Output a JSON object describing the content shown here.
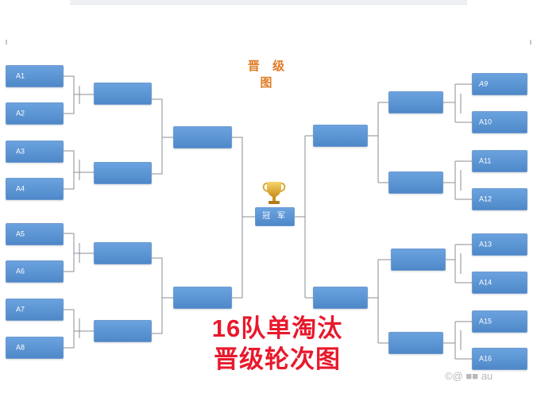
{
  "title": "晋 级 图",
  "champion_label": "冠 军",
  "caption": {
    "line1": "16队单淘汰",
    "line2": "晋级轮次图"
  },
  "watermark": "©@ ■■ au",
  "icons": {
    "trophy": "trophy-icon",
    "watermark": "weibo-icon"
  },
  "colors": {
    "box": "#5b93d3",
    "title": "#e07b24",
    "caption": "#e8192c",
    "connector": "#8a8f96"
  },
  "teams_left": [
    "A1",
    "A2",
    "A3",
    "A4",
    "A5",
    "A6",
    "A7",
    "A8"
  ],
  "teams_right": [
    "A9",
    "A10",
    "A11",
    "A12",
    "A13",
    "A14",
    "A15",
    "A16"
  ]
}
